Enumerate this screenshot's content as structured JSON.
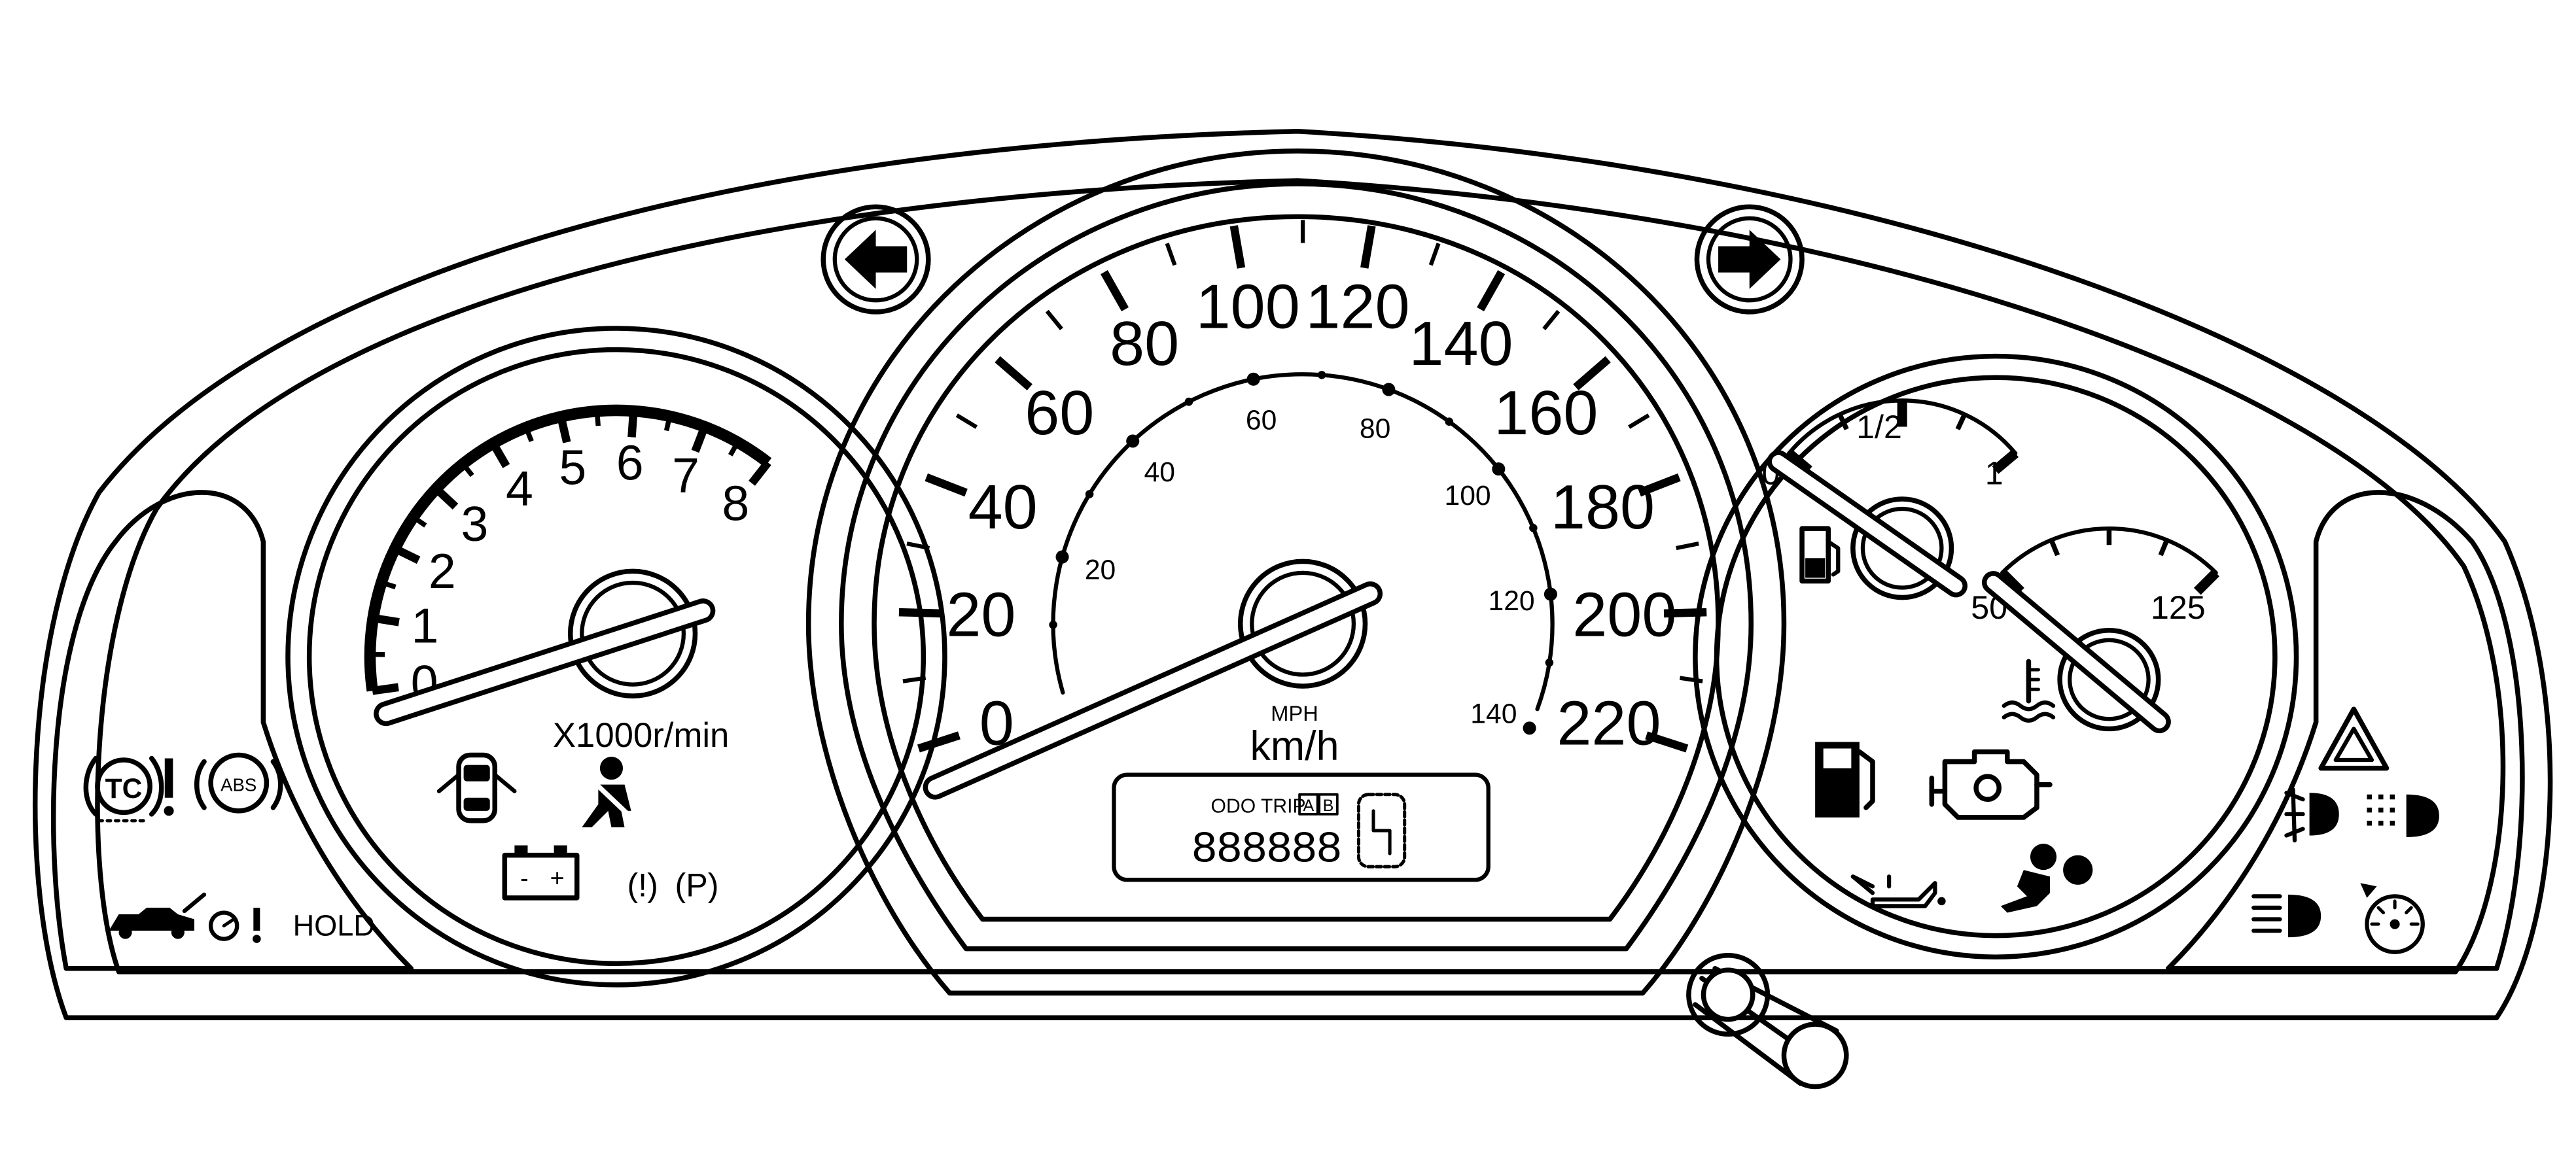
{
  "tachometer": {
    "ticks": [
      "0",
      "1",
      "2",
      "3",
      "4",
      "5",
      "6",
      "7",
      "8"
    ],
    "unit": "X1000r/min",
    "needle_value": 0
  },
  "speedometer": {
    "kmh_ticks": [
      "0",
      "20",
      "40",
      "60",
      "80",
      "100",
      "120",
      "140",
      "160",
      "180",
      "200",
      "220"
    ],
    "mph_ticks": [
      "20",
      "40",
      "60",
      "80",
      "100",
      "120",
      "140"
    ],
    "mph_label": "MPH",
    "kmh_label": "km/h",
    "needle_value": 0
  },
  "odometer": {
    "mode_label": "ODO TRIP",
    "trip_a": "A",
    "trip_b": "B",
    "digits": "888888"
  },
  "fuel_gauge": {
    "labels": [
      "0",
      "1/2",
      "1"
    ],
    "needle_value": 0
  },
  "temperature_gauge": {
    "labels": [
      "50",
      "125"
    ],
    "needle_value": 50
  },
  "indicators": {
    "tc": "TC",
    "abs": "ABS",
    "hold": "HOLD",
    "brake_warning": "(!)",
    "parking_brake": "(P)",
    "battery_minus": "-",
    "battery_plus": "+"
  },
  "icons": [
    "left-turn-signal-icon",
    "right-turn-signal-icon",
    "traction-control-icon",
    "warning-exclamation-icon",
    "abs-icon",
    "door-ajar-icon",
    "seatbelt-icon",
    "battery-icon",
    "brake-warning-icon",
    "parking-brake-icon",
    "trunk-open-icon",
    "transmission-warning-icon",
    "fuel-pump-icon",
    "coolant-temperature-icon",
    "low-fuel-icon",
    "check-engine-icon",
    "oil-pressure-icon",
    "airbag-icon",
    "hazard-icon",
    "front-fog-light-icon",
    "high-beam-icon",
    "headlight-icon",
    "cruise-control-icon",
    "trip-reset-knob-icon"
  ],
  "colors": {
    "ink": "#000000",
    "paper": "#ffffff"
  }
}
